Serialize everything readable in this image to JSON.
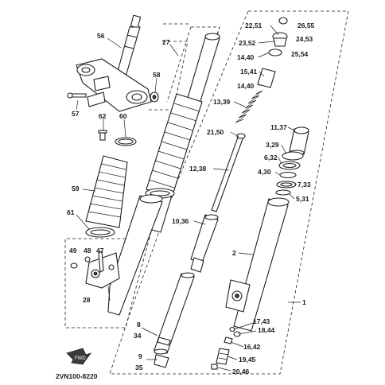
{
  "diagram": {
    "drawing_number": "2VN100-8220",
    "fwd_badge": "FWD",
    "callouts": [
      {
        "id": "c56",
        "text": "56"
      },
      {
        "id": "c27",
        "text": "27"
      },
      {
        "id": "c58",
        "text": "58"
      },
      {
        "id": "c57",
        "text": "57"
      },
      {
        "id": "c62",
        "text": "62"
      },
      {
        "id": "c60",
        "text": "60"
      },
      {
        "id": "c59",
        "text": "59"
      },
      {
        "id": "c61",
        "text": "61"
      },
      {
        "id": "c49",
        "text": "49"
      },
      {
        "id": "c48",
        "text": "48"
      },
      {
        "id": "c47",
        "text": "47"
      },
      {
        "id": "c28",
        "text": "28"
      },
      {
        "id": "c2251",
        "text": "22,51"
      },
      {
        "id": "c2655",
        "text": "26,55"
      },
      {
        "id": "c2352",
        "text": "23,52"
      },
      {
        "id": "c2453",
        "text": "24,53"
      },
      {
        "id": "c1440a",
        "text": "14,40"
      },
      {
        "id": "c2554",
        "text": "25,54"
      },
      {
        "id": "c1541",
        "text": "15,41"
      },
      {
        "id": "c1440b",
        "text": "14,40"
      },
      {
        "id": "c1339",
        "text": "13,39"
      },
      {
        "id": "c2150",
        "text": "21,50"
      },
      {
        "id": "c1137",
        "text": "11,37"
      },
      {
        "id": "c329",
        "text": "3,29"
      },
      {
        "id": "c632",
        "text": "6,32"
      },
      {
        "id": "c1238",
        "text": "12,38"
      },
      {
        "id": "c430",
        "text": "4,30"
      },
      {
        "id": "c733",
        "text": "7,33"
      },
      {
        "id": "c531",
        "text": "5,31"
      },
      {
        "id": "c1036",
        "text": "10,36"
      },
      {
        "id": "c2",
        "text": "2"
      },
      {
        "id": "c1",
        "text": "1"
      },
      {
        "id": "c8",
        "text": "8"
      },
      {
        "id": "c34",
        "text": "34"
      },
      {
        "id": "c1743",
        "text": "17,43"
      },
      {
        "id": "c1844",
        "text": "18,44"
      },
      {
        "id": "c1642",
        "text": "16,42"
      },
      {
        "id": "c1945",
        "text": "19,45"
      },
      {
        "id": "c9",
        "text": "9"
      },
      {
        "id": "c35",
        "text": "35"
      },
      {
        "id": "c2046",
        "text": "20,46"
      }
    ]
  }
}
